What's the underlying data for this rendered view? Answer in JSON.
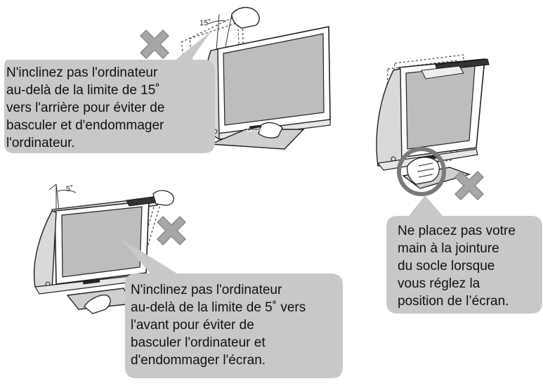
{
  "callouts": {
    "tilt_back": "N'inclinez pas l'ordinateur\nau-delà de la limite de 15˚\nvers l'arrière pour éviter de\nbasculer et d'endommager\nl'ordinateur.",
    "tilt_forward": "N'inclinez pas l'ordinateur\nau-delà de la limite de 5˚ vers\nl'avant pour éviter de\nbasculer l'ordinateur et\nd'endommager l'écran.",
    "hand_joint": "Ne placez pas votre\nmain à la jointure\ndu socle lorsque\nvous réglez la\nposition de l’écran."
  },
  "angles": {
    "back": "15˚",
    "forward": "5˚"
  },
  "brand": "Lenovo",
  "colors": {
    "callout_fill": "#c8c8c8",
    "cross_fill": "#a6a6a6",
    "line": "#222222",
    "screen": "#bdbdbd"
  },
  "icons": [
    "cross-icon",
    "cross-icon",
    "cross-icon"
  ]
}
